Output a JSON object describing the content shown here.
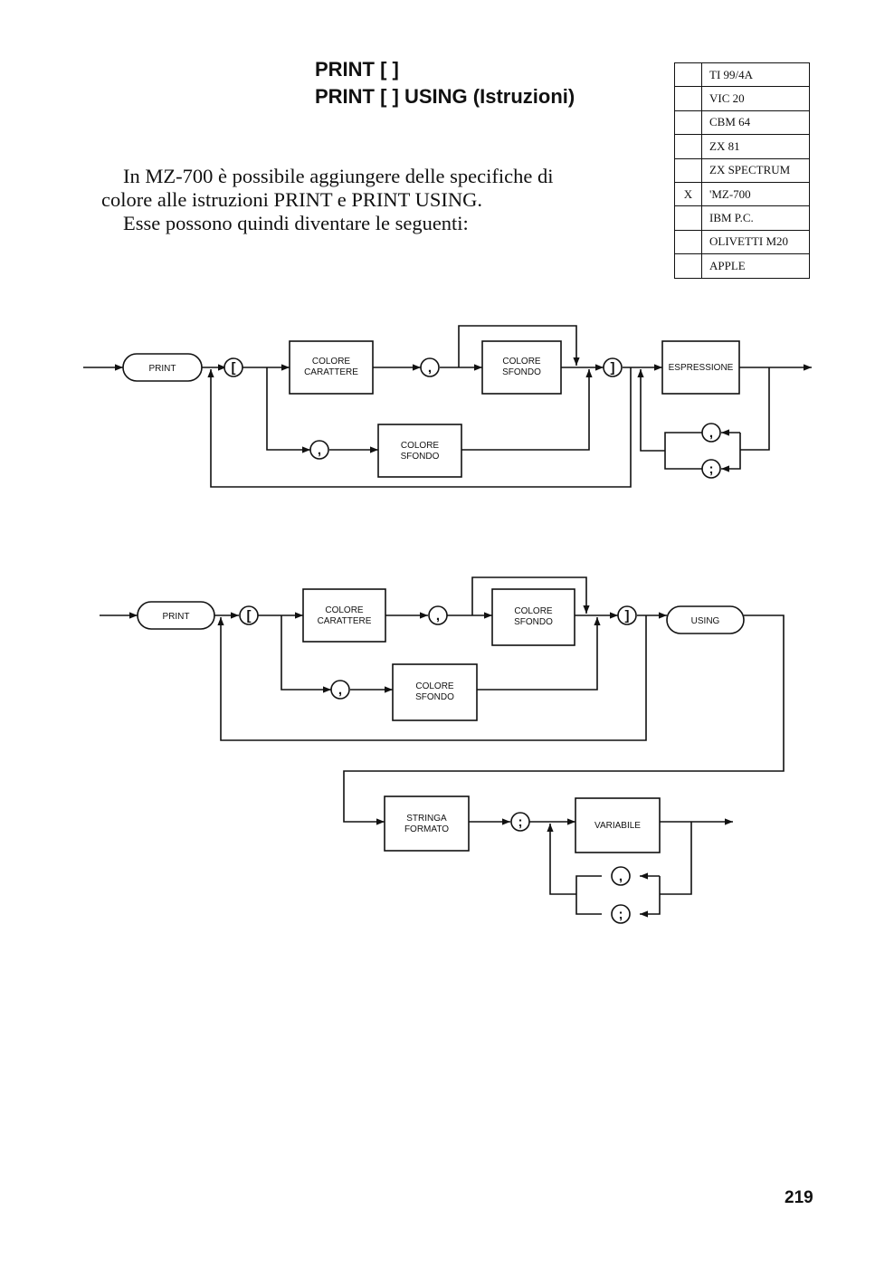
{
  "header": {
    "title_line1": "PRINT [ ]",
    "title_line2": "PRINT [ ] USING (Istruzioni)"
  },
  "intro": {
    "line1": "In MZ-700 è possibile aggiungere delle specifiche di",
    "line2": "colore alle istruzioni PRINT e PRINT USING.",
    "line3": "Esse possono quindi diventare le seguenti:"
  },
  "compat_table": [
    {
      "mark": "",
      "name": "TI 99/4A"
    },
    {
      "mark": "",
      "name": "VIC 20"
    },
    {
      "mark": "",
      "name": "CBM 64"
    },
    {
      "mark": "",
      "name": "ZX 81"
    },
    {
      "mark": "",
      "name": "ZX SPECTRUM"
    },
    {
      "mark": "X",
      "name": "'MZ-700"
    },
    {
      "mark": "",
      "name": "IBM P.C."
    },
    {
      "mark": "",
      "name": "OLIVETTI M20"
    },
    {
      "mark": "",
      "name": "APPLE"
    }
  ],
  "diagram1": {
    "print": "PRINT",
    "open_bracket": "[",
    "colore_carattere_1": "COLORE",
    "colore_carattere_2": "CARATTERE",
    "comma": ",",
    "colore_sfondo_1": "COLORE",
    "colore_sfondo_2": "SFONDO",
    "close_bracket": "]",
    "espressione": "ESPRESSIONE",
    "semicolon": ";"
  },
  "diagram2": {
    "print": "PRINT",
    "open_bracket": "[",
    "colore_carattere_1": "COLORE",
    "colore_carattere_2": "CARATTERE",
    "comma": ",",
    "colore_sfondo_1": "COLORE",
    "colore_sfondo_2": "SFONDO",
    "close_bracket": "]",
    "using": "USING",
    "stringa_formato_1": "STRINGA",
    "stringa_formato_2": "FORMATO",
    "semicolon": ";",
    "variabile": "VARIABILE"
  },
  "page_number": "219"
}
